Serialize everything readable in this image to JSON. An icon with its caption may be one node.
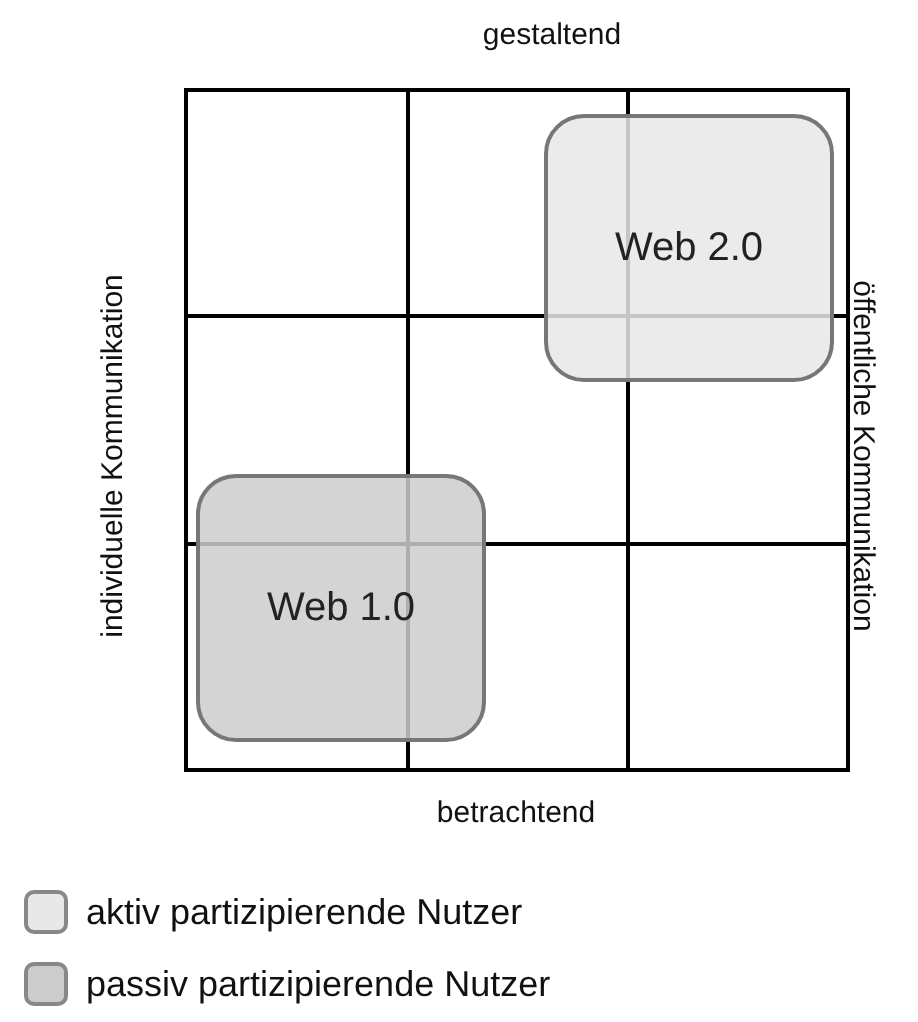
{
  "diagram": {
    "nodes": [
      {
        "text": [
          "Web 2.0"
        ]
      },
      {
        "text": [
          "Web 1.0"
        ]
      }
    ],
    "labels": [
      "gestaltend",
      "individuelle Kommunikation",
      "öffentliche Kommunikation",
      "betrachtend"
    ],
    "legend": [
      {
        "text": "aktiv partizipierende Nutzer",
        "color": "#e8e8e8"
      },
      {
        "text": "passiv partizipierende Nutzer",
        "color": "#cccccc"
      }
    ]
  }
}
